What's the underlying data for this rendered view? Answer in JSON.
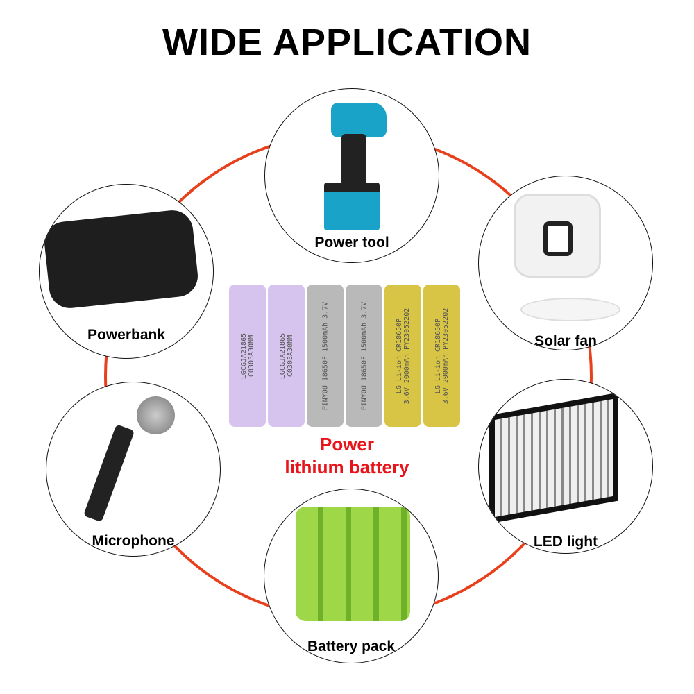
{
  "title": "WIDE APPLICATION",
  "center": {
    "line1": "Power",
    "line2": "lithium battery"
  },
  "batteries": [
    {
      "text": "LGCGJA21865\nC0303A30NM",
      "color": "#d6c4ee"
    },
    {
      "text": "LGCGJA21865\nC0303A30NM",
      "color": "#d6c4ee"
    },
    {
      "text": "PINYOU 18650F 1500mAh 3.7V",
      "color": "#b9b9b9"
    },
    {
      "text": "PINYOU 18650F 1500mAh 3.7V",
      "color": "#b9b9b9"
    },
    {
      "text": "LG Li-ion CR18650P\n3.6V 2000mAh PY23052202",
      "color": "#d9c545"
    },
    {
      "text": "LG Li-ion CR18650P\n3.6V 2000mAh PY23052202",
      "color": "#d9c545"
    }
  ],
  "applications": [
    {
      "label": "Power tool"
    },
    {
      "label": "Powerbank"
    },
    {
      "label": "Solar fan"
    },
    {
      "label": "Microphone"
    },
    {
      "label": "LED light"
    },
    {
      "label": "Battery pack"
    }
  ],
  "colors": {
    "ring": "#e8401c",
    "accent": "#e8141a"
  }
}
